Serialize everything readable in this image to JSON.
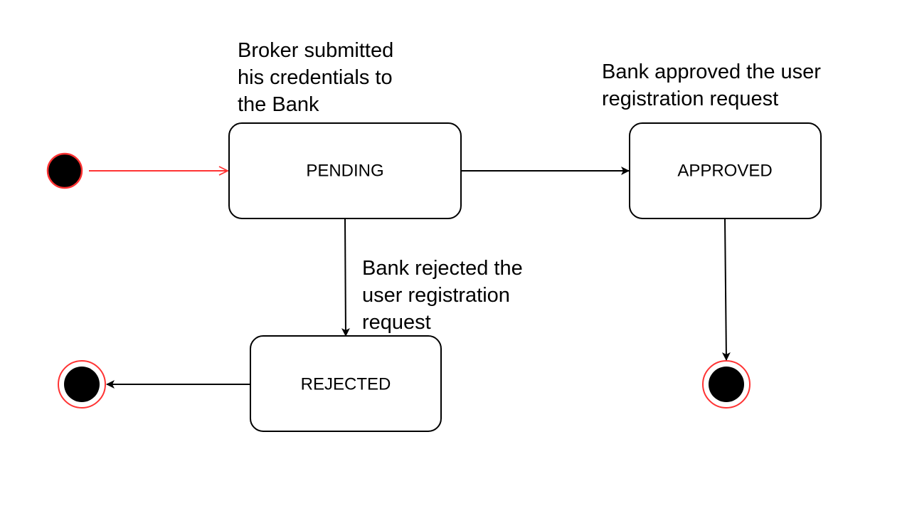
{
  "diagram": {
    "states": {
      "pending": "PENDING",
      "approved": "APPROVED",
      "rejected": "REJECTED"
    },
    "transitions": {
      "submitted": [
        "Broker submitted",
        "his credentials to",
        "the Bank"
      ],
      "approved": [
        "Bank approved the user",
        "registration request"
      ],
      "rejected": [
        "Bank rejected the",
        "user registration",
        "request"
      ]
    },
    "colors": {
      "initial_edge": "#ff3333",
      "node_fill": "#000000",
      "node_ring": "#ff3333",
      "edge": "#000000"
    }
  }
}
